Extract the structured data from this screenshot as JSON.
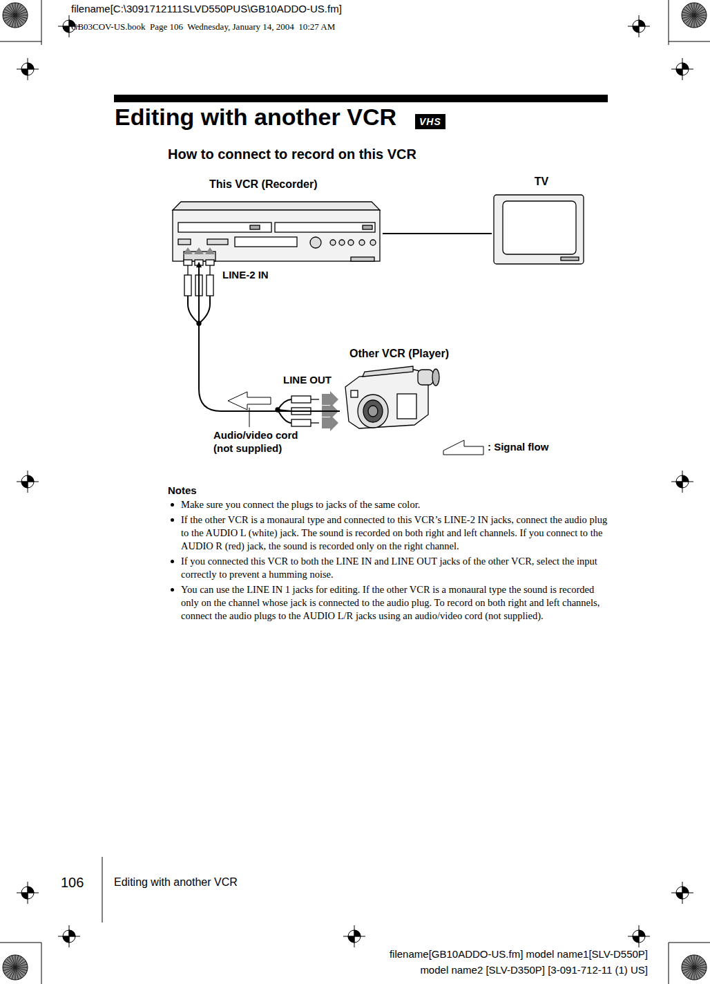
{
  "diagram": {
    "title": "Editing with another VCR",
    "nodes": [
      {
        "text": [
          "This VCR (Recorder)"
        ]
      },
      {
        "text": [
          "TV"
        ]
      },
      {
        "text": [
          "Other VCR (Player)"
        ]
      }
    ],
    "edges": [
      {
        "from": 0,
        "to": 1,
        "arrow": "none"
      },
      {
        "from": 2,
        "to": 0,
        "arrow": "to"
      }
    ],
    "labels": [
      "filename[C:\\3091712111SLVD550PUS\\GB10ADDO-US.fm]",
      "GB03COV-US.book  Page 106  Wednesday, January 14, 2004  10:27 AM",
      "VHS",
      "How to connect to record on this VCR",
      "LINE-2 IN",
      "LINE OUT",
      "Audio/video cord (not supplied)",
      "Notes",
      "Make sure you connect the plugs to jacks of the same color.",
      "If the other VCR is a monaural type and connected to this VCR’s LINE-2 IN jacks, connect the audio plug to the AUDIO L (white) jack.  The sound is recorded on both right and left channels.  If you connect to the AUDIO R (red) jack, the sound is recorded only on the right channel.",
      "If you connected this VCR to both the LINE IN and LINE OUT jacks of the other VCR, select the input correctly to prevent a humming noise.",
      "You can use the LINE IN 1 jacks for editing.  If the other VCR is a monaural type the sound is recorded only on the channel whose jack is connected to the audio plug.  To record on both right and left channels, connect the audio plugs to the AUDIO L/R jacks using an audio/video cord (not supplied).",
      "106",
      "Editing with another VCR",
      "filename[GB10ADDO-US.fm] model name1[SLV-D550P]",
      "model name2 [SLV-D350P] [3-091-712-11 (1) US]"
    ],
    "legend": [
      {
        "text": ": Signal flow"
      }
    ]
  }
}
